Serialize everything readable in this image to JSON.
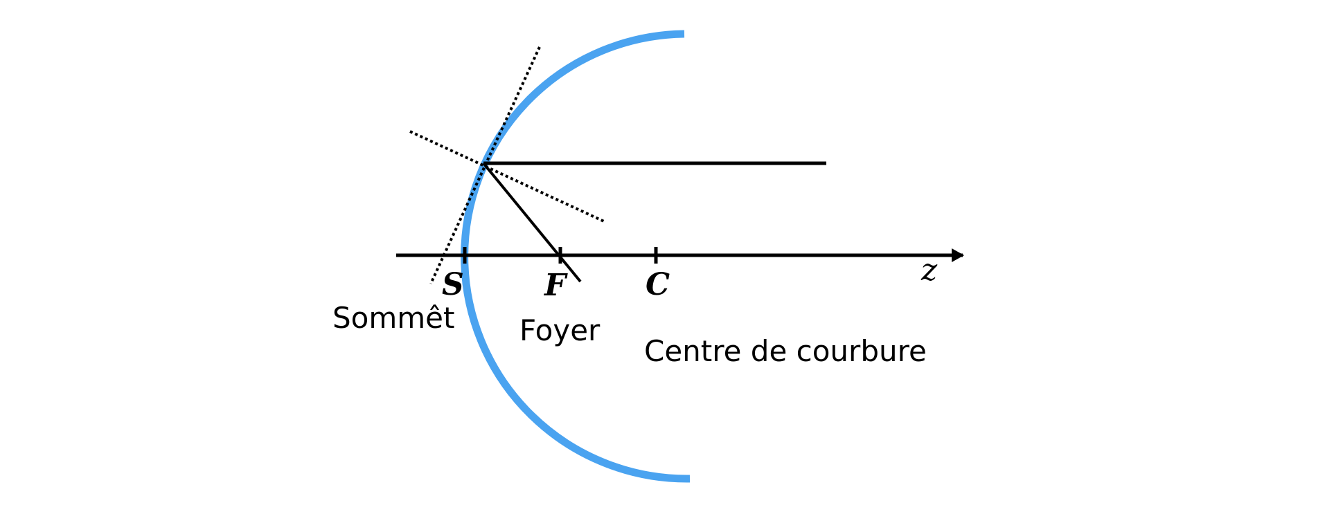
{
  "colors": {
    "mirror": "#4aa3f0",
    "ink": "#000000",
    "background": "#ffffff"
  },
  "points": {
    "vertex": {
      "symbol": "S",
      "name": "Sommêt"
    },
    "focus": {
      "symbol": "F",
      "name": "Foyer"
    },
    "center": {
      "symbol": "C",
      "name": "Centre de courbure"
    }
  },
  "axis": {
    "label": "z"
  }
}
